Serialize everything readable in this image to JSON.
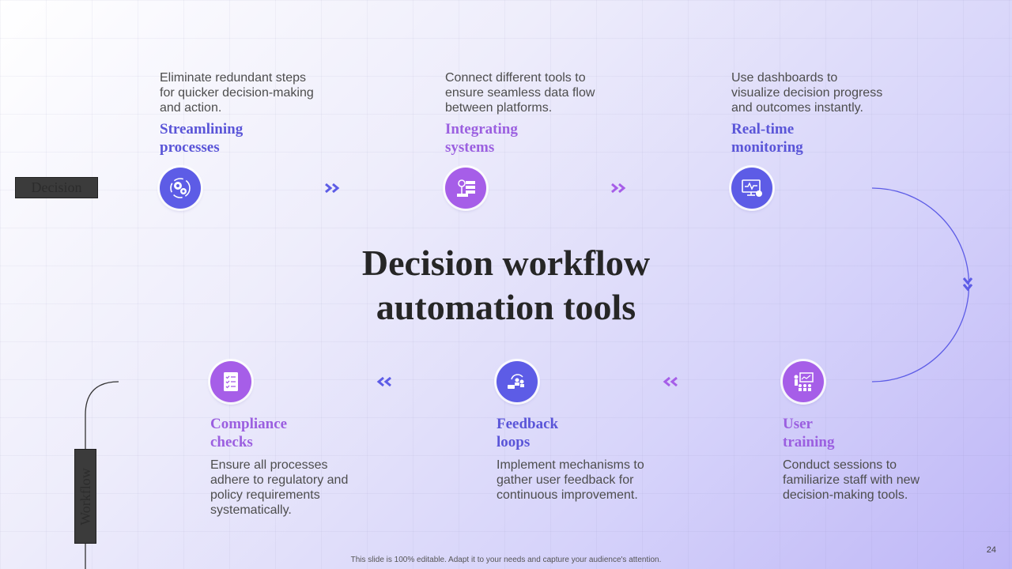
{
  "title": "Decision workflow automation tools",
  "labels": {
    "decision": "Decision",
    "workflow": "Workflow"
  },
  "steps": [
    {
      "heading": "Streamlining processes",
      "description": "Eliminate redundant steps for quicker decision-making and action.",
      "icon": "gears-icon",
      "color": "#5d5ce6"
    },
    {
      "heading": "Integrating systems",
      "description": "Connect different tools to ensure seamless data flow between platforms.",
      "icon": "server-network-icon",
      "color": "#a65ee8"
    },
    {
      "heading": "Real-time monitoring",
      "description": "Use dashboards to visualize decision progress and outcomes instantly.",
      "icon": "monitor-dashboard-icon",
      "color": "#5d5ce6"
    },
    {
      "heading": "User training",
      "description": "Conduct sessions to familiarize staff with new decision-making tools.",
      "icon": "training-presentation-icon",
      "color": "#a65ee8"
    },
    {
      "heading": "Feedback loops",
      "description": "Implement mechanisms to gather user feedback for continuous improvement.",
      "icon": "feedback-users-icon",
      "color": "#5d5ce6"
    },
    {
      "heading": "Compliance checks",
      "description": "Ensure all processes adhere to regulatory and policy requirements systematically.",
      "icon": "checklist-icon",
      "color": "#a65ee8"
    }
  ],
  "footer": "This slide is 100% editable. Adapt it to your needs and capture your audience's attention.",
  "page_number": "24"
}
